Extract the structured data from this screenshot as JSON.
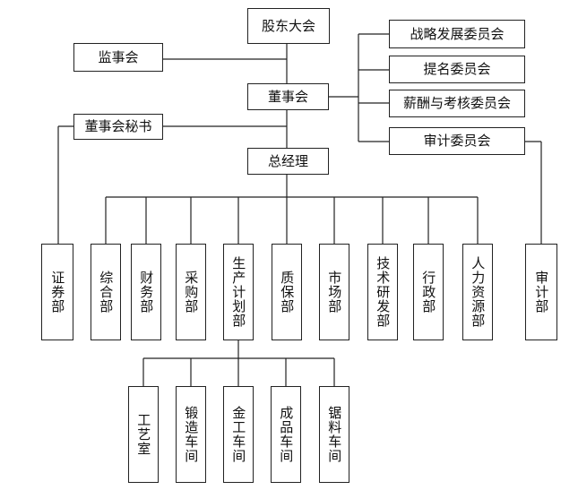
{
  "top": {
    "shareholders": "股东大会",
    "supervisory": "监事会",
    "board": "董事会",
    "board_secretary": "董事会秘书",
    "general_manager": "总经理"
  },
  "committees": {
    "strategy": "战略发展委员会",
    "nomination": "提名委员会",
    "compensation": "薪酬与考核委员会",
    "audit": "审计委员会"
  },
  "departments": {
    "securities": "证券部",
    "general": "综合部",
    "finance": "财务部",
    "purchasing": "采购部",
    "production": "生产计划部",
    "quality": "质保部",
    "market": "市场部",
    "tech": "技术研发部",
    "admin": "行政部",
    "hr": "人力资源部",
    "audit": "审计部"
  },
  "workshops": {
    "process": "工艺室",
    "forging": "锻造车间",
    "metalwork": "金工车间",
    "finished": "成品车间",
    "sawing": "锯料车间"
  }
}
